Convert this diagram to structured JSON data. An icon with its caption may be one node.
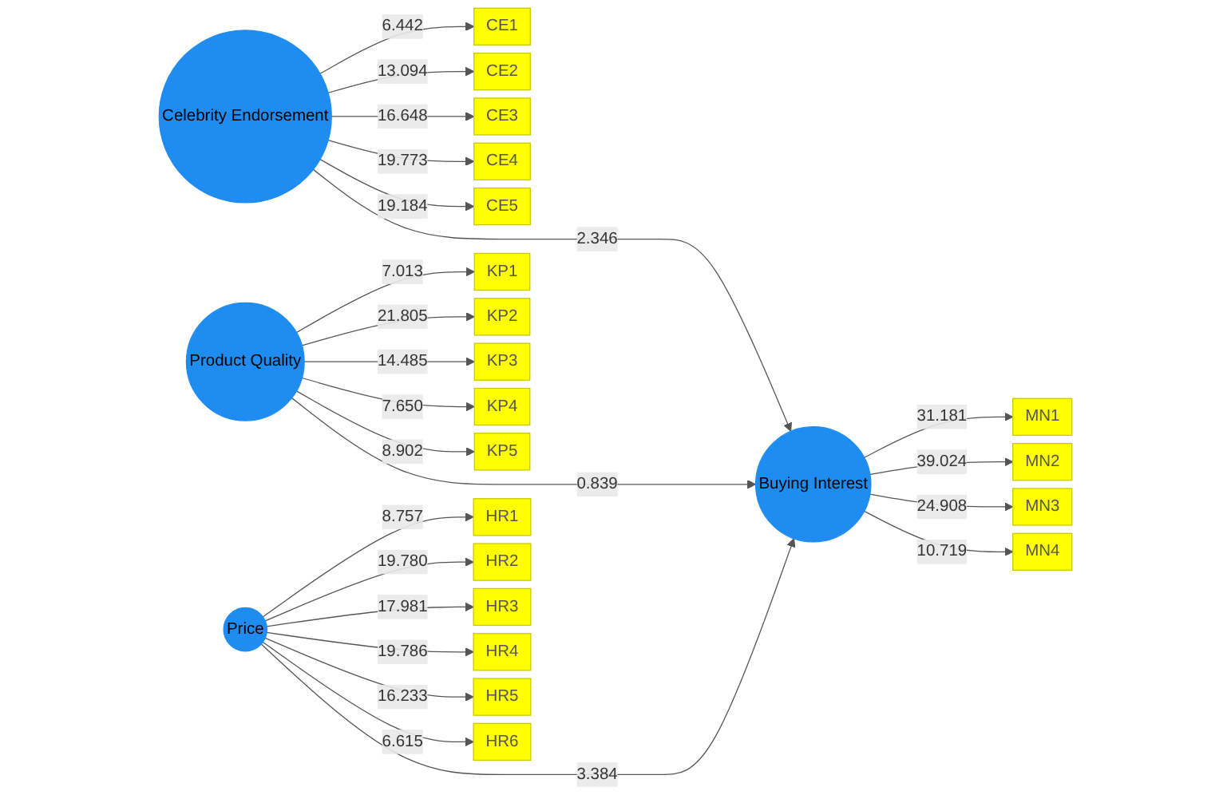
{
  "diagram": {
    "nodes": [
      {
        "text": [
          "CE1"
        ]
      },
      {
        "text": [
          "CE2"
        ]
      },
      {
        "text": [
          "CE3"
        ]
      },
      {
        "text": [
          "CE4"
        ]
      },
      {
        "text": [
          "CE5"
        ]
      },
      {
        "text": [
          "Celebrity Endorsement"
        ]
      },
      {
        "text": [
          "KP1"
        ]
      },
      {
        "text": [
          "KP2"
        ]
      },
      {
        "text": [
          "KP3"
        ]
      },
      {
        "text": [
          "KP4"
        ]
      },
      {
        "text": [
          "KP5"
        ]
      },
      {
        "text": [
          "Product Quality"
        ]
      },
      {
        "text": [
          "HR1"
        ]
      },
      {
        "text": [
          "HR2"
        ]
      },
      {
        "text": [
          "HR3"
        ]
      },
      {
        "text": [
          "HR4"
        ]
      },
      {
        "text": [
          "HR5"
        ]
      },
      {
        "text": [
          "HR6"
        ]
      },
      {
        "text": [
          "Price"
        ]
      },
      {
        "text": [
          "Buying Interest"
        ]
      },
      {
        "text": [
          "MN1"
        ]
      },
      {
        "text": [
          "MN2"
        ]
      },
      {
        "text": [
          "MN3"
        ]
      },
      {
        "text": [
          "MN4"
        ]
      }
    ],
    "edges": [
      {
        "from": 5,
        "to": 0,
        "arrow": "to",
        "label": "6.442"
      },
      {
        "from": 5,
        "to": 1,
        "arrow": "to",
        "label": "13.094"
      },
      {
        "from": 5,
        "to": 2,
        "arrow": "to",
        "label": "16.648"
      },
      {
        "from": 5,
        "to": 3,
        "arrow": "to",
        "label": "19.773"
      },
      {
        "from": 5,
        "to": 4,
        "arrow": "to",
        "label": "19.184"
      },
      {
        "from": 11,
        "to": 6,
        "arrow": "to",
        "label": "7.013"
      },
      {
        "from": 11,
        "to": 7,
        "arrow": "to",
        "label": "21.805"
      },
      {
        "from": 11,
        "to": 8,
        "arrow": "to",
        "label": "14.485"
      },
      {
        "from": 11,
        "to": 9,
        "arrow": "to",
        "label": "7.650"
      },
      {
        "from": 11,
        "to": 10,
        "arrow": "to",
        "label": "8.902"
      },
      {
        "from": 18,
        "to": 12,
        "arrow": "to",
        "label": "8.757"
      },
      {
        "from": 18,
        "to": 13,
        "arrow": "to",
        "label": "19.780"
      },
      {
        "from": 18,
        "to": 14,
        "arrow": "to",
        "label": "17.981"
      },
      {
        "from": 18,
        "to": 15,
        "arrow": "to",
        "label": "19.786"
      },
      {
        "from": 18,
        "to": 16,
        "arrow": "to",
        "label": "16.233"
      },
      {
        "from": 18,
        "to": 17,
        "arrow": "to",
        "label": "6.615"
      },
      {
        "from": 5,
        "to": 19,
        "arrow": "to",
        "label": "2.346"
      },
      {
        "from": 11,
        "to": 19,
        "arrow": "to",
        "label": "0.839"
      },
      {
        "from": 18,
        "to": 19,
        "arrow": "to",
        "label": "3.384"
      },
      {
        "from": 19,
        "to": 20,
        "arrow": "to",
        "label": "31.181"
      },
      {
        "from": 19,
        "to": 21,
        "arrow": "to",
        "label": "39.024"
      },
      {
        "from": 19,
        "to": 22,
        "arrow": "to",
        "label": "24.908"
      },
      {
        "from": 19,
        "to": 23,
        "arrow": "to",
        "label": "10.719"
      }
    ]
  }
}
